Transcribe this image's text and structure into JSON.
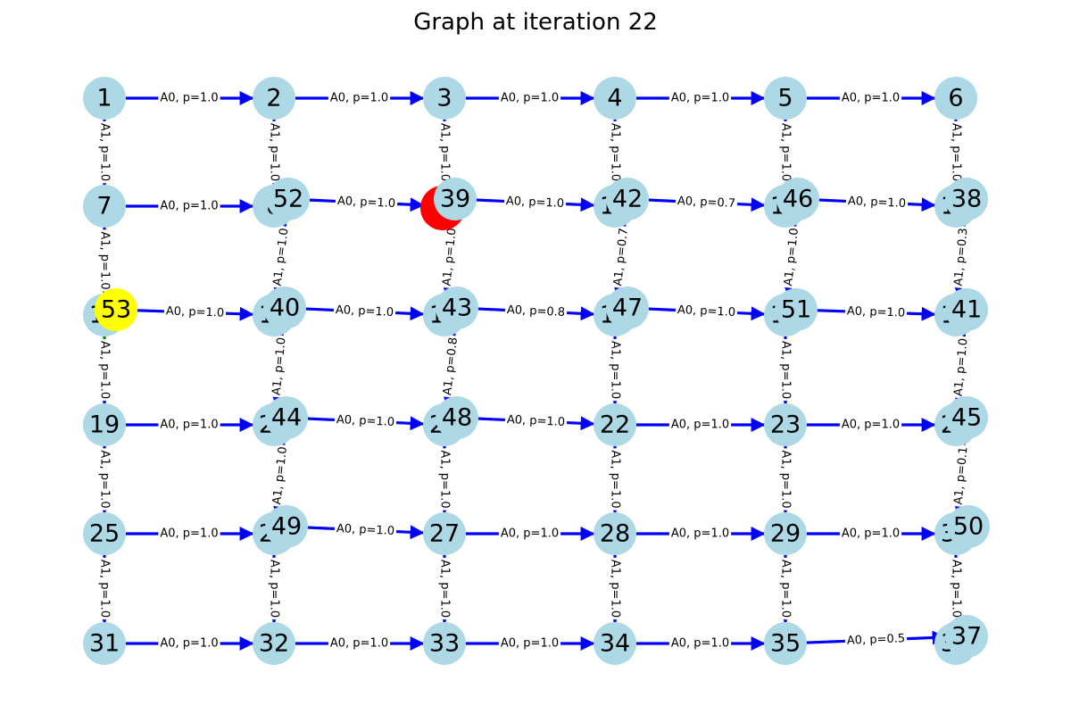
{
  "title": "Graph at iteration 22",
  "colors": {
    "node": "#add8e6",
    "edge": "#0000ff",
    "current": "#ff0000",
    "goal": "#ffff00",
    "label_bg": "#ffffff",
    "alt_edge": "#008000"
  },
  "nodes": [
    {
      "id": "1",
      "row": 0,
      "col": 0
    },
    {
      "id": "2",
      "row": 0,
      "col": 1
    },
    {
      "id": "3",
      "row": 0,
      "col": 2
    },
    {
      "id": "4",
      "row": 0,
      "col": 3
    },
    {
      "id": "5",
      "row": 0,
      "col": 4
    },
    {
      "id": "6",
      "row": 0,
      "col": 5
    },
    {
      "id": "7",
      "row": 1,
      "col": 0
    },
    {
      "id": "8",
      "row": 1,
      "col": 1
    },
    {
      "id": "9",
      "row": 1,
      "col": 2
    },
    {
      "id": "10",
      "row": 1,
      "col": 3
    },
    {
      "id": "11",
      "row": 1,
      "col": 4
    },
    {
      "id": "12",
      "row": 1,
      "col": 5
    },
    {
      "id": "13",
      "row": 2,
      "col": 0
    },
    {
      "id": "14",
      "row": 2,
      "col": 1
    },
    {
      "id": "15",
      "row": 2,
      "col": 2
    },
    {
      "id": "16",
      "row": 2,
      "col": 3
    },
    {
      "id": "17",
      "row": 2,
      "col": 4
    },
    {
      "id": "18",
      "row": 2,
      "col": 5
    },
    {
      "id": "19",
      "row": 3,
      "col": 0
    },
    {
      "id": "20",
      "row": 3,
      "col": 1
    },
    {
      "id": "21",
      "row": 3,
      "col": 2
    },
    {
      "id": "22",
      "row": 3,
      "col": 3
    },
    {
      "id": "23",
      "row": 3,
      "col": 4
    },
    {
      "id": "24",
      "row": 3,
      "col": 5
    },
    {
      "id": "25",
      "row": 4,
      "col": 0
    },
    {
      "id": "26",
      "row": 4,
      "col": 1
    },
    {
      "id": "27",
      "row": 4,
      "col": 2
    },
    {
      "id": "28",
      "row": 4,
      "col": 3
    },
    {
      "id": "29",
      "row": 4,
      "col": 4
    },
    {
      "id": "30",
      "row": 4,
      "col": 5
    },
    {
      "id": "31",
      "row": 5,
      "col": 0
    },
    {
      "id": "32",
      "row": 5,
      "col": 1
    },
    {
      "id": "33",
      "row": 5,
      "col": 2
    },
    {
      "id": "34",
      "row": 5,
      "col": 3
    },
    {
      "id": "35",
      "row": 5,
      "col": 4
    },
    {
      "id": "36",
      "row": 5,
      "col": 5
    },
    {
      "id": "37",
      "near": "36"
    },
    {
      "id": "38",
      "near": "12"
    },
    {
      "id": "39",
      "near": "9"
    },
    {
      "id": "40",
      "near": "14"
    },
    {
      "id": "41",
      "near": "18"
    },
    {
      "id": "42",
      "near": "10"
    },
    {
      "id": "43",
      "near": "15"
    },
    {
      "id": "44",
      "near": "20"
    },
    {
      "id": "45",
      "near": "24"
    },
    {
      "id": "46",
      "near": "11"
    },
    {
      "id": "47",
      "near": "16"
    },
    {
      "id": "48",
      "near": "21"
    },
    {
      "id": "49",
      "near": "26"
    },
    {
      "id": "50",
      "near": "30"
    },
    {
      "id": "51",
      "near": "17"
    },
    {
      "id": "52",
      "near": "8"
    },
    {
      "id": "53",
      "near": "13",
      "status": "goal"
    }
  ],
  "current_node": "9",
  "edges": [
    {
      "from": "1",
      "to": "2",
      "label": "A0, p=1.0"
    },
    {
      "from": "2",
      "to": "3",
      "label": "A0, p=1.0"
    },
    {
      "from": "3",
      "to": "4",
      "label": "A0, p=1.0"
    },
    {
      "from": "4",
      "to": "5",
      "label": "A0, p=1.0"
    },
    {
      "from": "5",
      "to": "6",
      "label": "A0, p=1.0"
    },
    {
      "from": "7",
      "to": "8",
      "label": "A0, p=1.0"
    },
    {
      "from": "52",
      "to": "9",
      "label": "A0, p=1.0"
    },
    {
      "from": "39",
      "to": "10",
      "label": "A0, p=1.0"
    },
    {
      "from": "42",
      "to": "11",
      "label": "A0, p=0.7"
    },
    {
      "from": "46",
      "to": "12",
      "label": "A0, p=1.0"
    },
    {
      "from": "53",
      "to": "14",
      "label": "A0, p=1.0"
    },
    {
      "from": "40",
      "to": "15",
      "label": "A0, p=1.0"
    },
    {
      "from": "43",
      "to": "16",
      "label": "A0, p=0.8"
    },
    {
      "from": "47",
      "to": "17",
      "label": "A0, p=1.0"
    },
    {
      "from": "51",
      "to": "18",
      "label": "A0, p=1.0"
    },
    {
      "from": "19",
      "to": "20",
      "label": "A0, p=1.0"
    },
    {
      "from": "44",
      "to": "21",
      "label": "A0, p=1.0"
    },
    {
      "from": "48",
      "to": "22",
      "label": "A0, p=1.0"
    },
    {
      "from": "22",
      "to": "23",
      "label": "A0, p=1.0"
    },
    {
      "from": "23",
      "to": "24",
      "label": "A0, p=1.0"
    },
    {
      "from": "25",
      "to": "26",
      "label": "A0, p=1.0"
    },
    {
      "from": "49",
      "to": "27",
      "label": "A0, p=1.0"
    },
    {
      "from": "27",
      "to": "28",
      "label": "A0, p=1.0"
    },
    {
      "from": "28",
      "to": "29",
      "label": "A0, p=1.0"
    },
    {
      "from": "29",
      "to": "30",
      "label": "A0, p=1.0"
    },
    {
      "from": "31",
      "to": "32",
      "label": "A0, p=1.0"
    },
    {
      "from": "32",
      "to": "33",
      "label": "A0, p=1.0"
    },
    {
      "from": "33",
      "to": "34",
      "label": "A0, p=1.0"
    },
    {
      "from": "34",
      "to": "35",
      "label": "A0, p=1.0"
    },
    {
      "from": "35",
      "to": "37",
      "label": "A0, p=0.5"
    },
    {
      "from": "1",
      "to": "7",
      "label": "A1, p=1.0"
    },
    {
      "from": "2",
      "to": "8",
      "label": "A1, p=1.0"
    },
    {
      "from": "3",
      "to": "9",
      "label": "A1, p=1.0"
    },
    {
      "from": "4",
      "to": "10",
      "label": "A1, p=1.0"
    },
    {
      "from": "5",
      "to": "11",
      "label": "A1, p=1.0"
    },
    {
      "from": "6",
      "to": "12",
      "label": "A1, p=1.0"
    },
    {
      "from": "7",
      "to": "13",
      "label": "A1, p=1.0"
    },
    {
      "from": "52",
      "to": "14",
      "label": "A1, p=1.0"
    },
    {
      "from": "39",
      "to": "15",
      "label": "A1, p=1.0"
    },
    {
      "from": "42",
      "to": "16",
      "label": "A1, p=0.7"
    },
    {
      "from": "46",
      "to": "17",
      "label": "A1, p=1.0"
    },
    {
      "from": "38",
      "to": "18",
      "label": "A1, p=0.3"
    },
    {
      "from": "13",
      "to": "19",
      "label": "A1, p=1.0",
      "style": "alt"
    },
    {
      "from": "40",
      "to": "20",
      "label": "A1, p=1.0"
    },
    {
      "from": "43",
      "to": "21",
      "label": "A1, p=0.8"
    },
    {
      "from": "16",
      "to": "22",
      "label": "A1, p=1.0"
    },
    {
      "from": "17",
      "to": "23",
      "label": "A1, p=1.0"
    },
    {
      "from": "41",
      "to": "24",
      "label": "A1, p=1.0"
    },
    {
      "from": "19",
      "to": "25",
      "label": "A1, p=1.0"
    },
    {
      "from": "44",
      "to": "26",
      "label": "A1, p=1.0"
    },
    {
      "from": "21",
      "to": "27",
      "label": "A1, p=1.0"
    },
    {
      "from": "22",
      "to": "28",
      "label": "A1, p=1.0"
    },
    {
      "from": "23",
      "to": "29",
      "label": "A1, p=1.0"
    },
    {
      "from": "45",
      "to": "30",
      "label": "A1, p=0.1"
    },
    {
      "from": "25",
      "to": "31",
      "label": "A1, p=1.0"
    },
    {
      "from": "26",
      "to": "32",
      "label": "A1, p=1.0"
    },
    {
      "from": "27",
      "to": "33",
      "label": "A1, p=1.0"
    },
    {
      "from": "28",
      "to": "34",
      "label": "A1, p=1.0"
    },
    {
      "from": "29",
      "to": "35",
      "label": "A1, p=1.0"
    },
    {
      "from": "30",
      "to": "36",
      "label": "A1, p=1.0"
    }
  ]
}
